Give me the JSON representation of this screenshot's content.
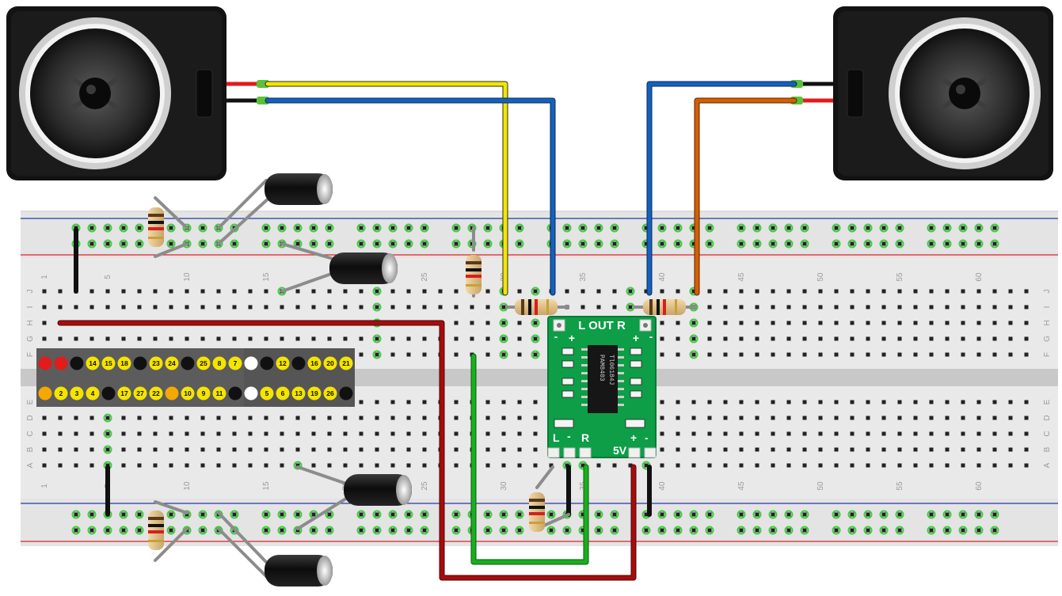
{
  "breadboard": {
    "column_numbers": [
      "1",
      "5",
      "10",
      "15",
      "20",
      "25",
      "30",
      "35",
      "40",
      "45",
      "50",
      "55",
      "60"
    ],
    "row_letters_top": [
      "J",
      "I",
      "H",
      "G",
      "F"
    ],
    "row_letters_bottom": [
      "E",
      "D",
      "C",
      "B",
      "A"
    ]
  },
  "amplifier": {
    "output_label": "L OUT R",
    "input_left": "L",
    "input_right": "R",
    "power_label": "5V",
    "plus": "+",
    "minus": "-",
    "chip_text_1": "PAM8403",
    "chip_text_2": "Tl06184J"
  },
  "gpio": {
    "top_row": [
      {
        "t": "",
        "c": "#e21b1b"
      },
      {
        "t": "",
        "c": "#e21b1b"
      },
      {
        "t": "",
        "c": "#111111"
      },
      {
        "t": "14",
        "c": "#f5e400"
      },
      {
        "t": "15",
        "c": "#f5e400"
      },
      {
        "t": "18",
        "c": "#f5e400"
      },
      {
        "t": "",
        "c": "#111111"
      },
      {
        "t": "23",
        "c": "#f5e400"
      },
      {
        "t": "24",
        "c": "#f5e400"
      },
      {
        "t": "",
        "c": "#111111"
      },
      {
        "t": "25",
        "c": "#f5e400"
      },
      {
        "t": "8",
        "c": "#f5e400"
      },
      {
        "t": "7",
        "c": "#f5e400"
      },
      {
        "t": "",
        "c": "#ffffff"
      },
      {
        "t": "",
        "c": "#111111"
      },
      {
        "t": "12",
        "c": "#f5e400"
      },
      {
        "t": "",
        "c": "#111111"
      },
      {
        "t": "16",
        "c": "#f5e400"
      },
      {
        "t": "20",
        "c": "#f5e400"
      },
      {
        "t": "21",
        "c": "#f5e400"
      }
    ],
    "bottom_row": [
      {
        "t": "",
        "c": "#f5a800"
      },
      {
        "t": "2",
        "c": "#f5e400"
      },
      {
        "t": "3",
        "c": "#f5e400"
      },
      {
        "t": "4",
        "c": "#f5e400"
      },
      {
        "t": "",
        "c": "#111111"
      },
      {
        "t": "17",
        "c": "#f5e400"
      },
      {
        "t": "27",
        "c": "#f5e400"
      },
      {
        "t": "22",
        "c": "#f5e400"
      },
      {
        "t": "",
        "c": "#f5a800"
      },
      {
        "t": "10",
        "c": "#f5e400"
      },
      {
        "t": "9",
        "c": "#f5e400"
      },
      {
        "t": "11",
        "c": "#f5e400"
      },
      {
        "t": "",
        "c": "#111111"
      },
      {
        "t": "",
        "c": "#ffffff"
      },
      {
        "t": "5",
        "c": "#f5e400"
      },
      {
        "t": "6",
        "c": "#f5e400"
      },
      {
        "t": "13",
        "c": "#f5e400"
      },
      {
        "t": "19",
        "c": "#f5e400"
      },
      {
        "t": "26",
        "c": "#f5e400"
      },
      {
        "t": "",
        "c": "#111111"
      }
    ]
  },
  "colors": {
    "wire_yellow": "#f2e600",
    "wire_blue": "#1560bd",
    "wire_orange": "#d45f00",
    "wire_red": "#a50d0d",
    "wire_green": "#19b01f",
    "wire_black": "#111111",
    "pcb_green": "#0d9e47",
    "rail_red": "#d9252b",
    "rail_blue": "#2339a8"
  }
}
